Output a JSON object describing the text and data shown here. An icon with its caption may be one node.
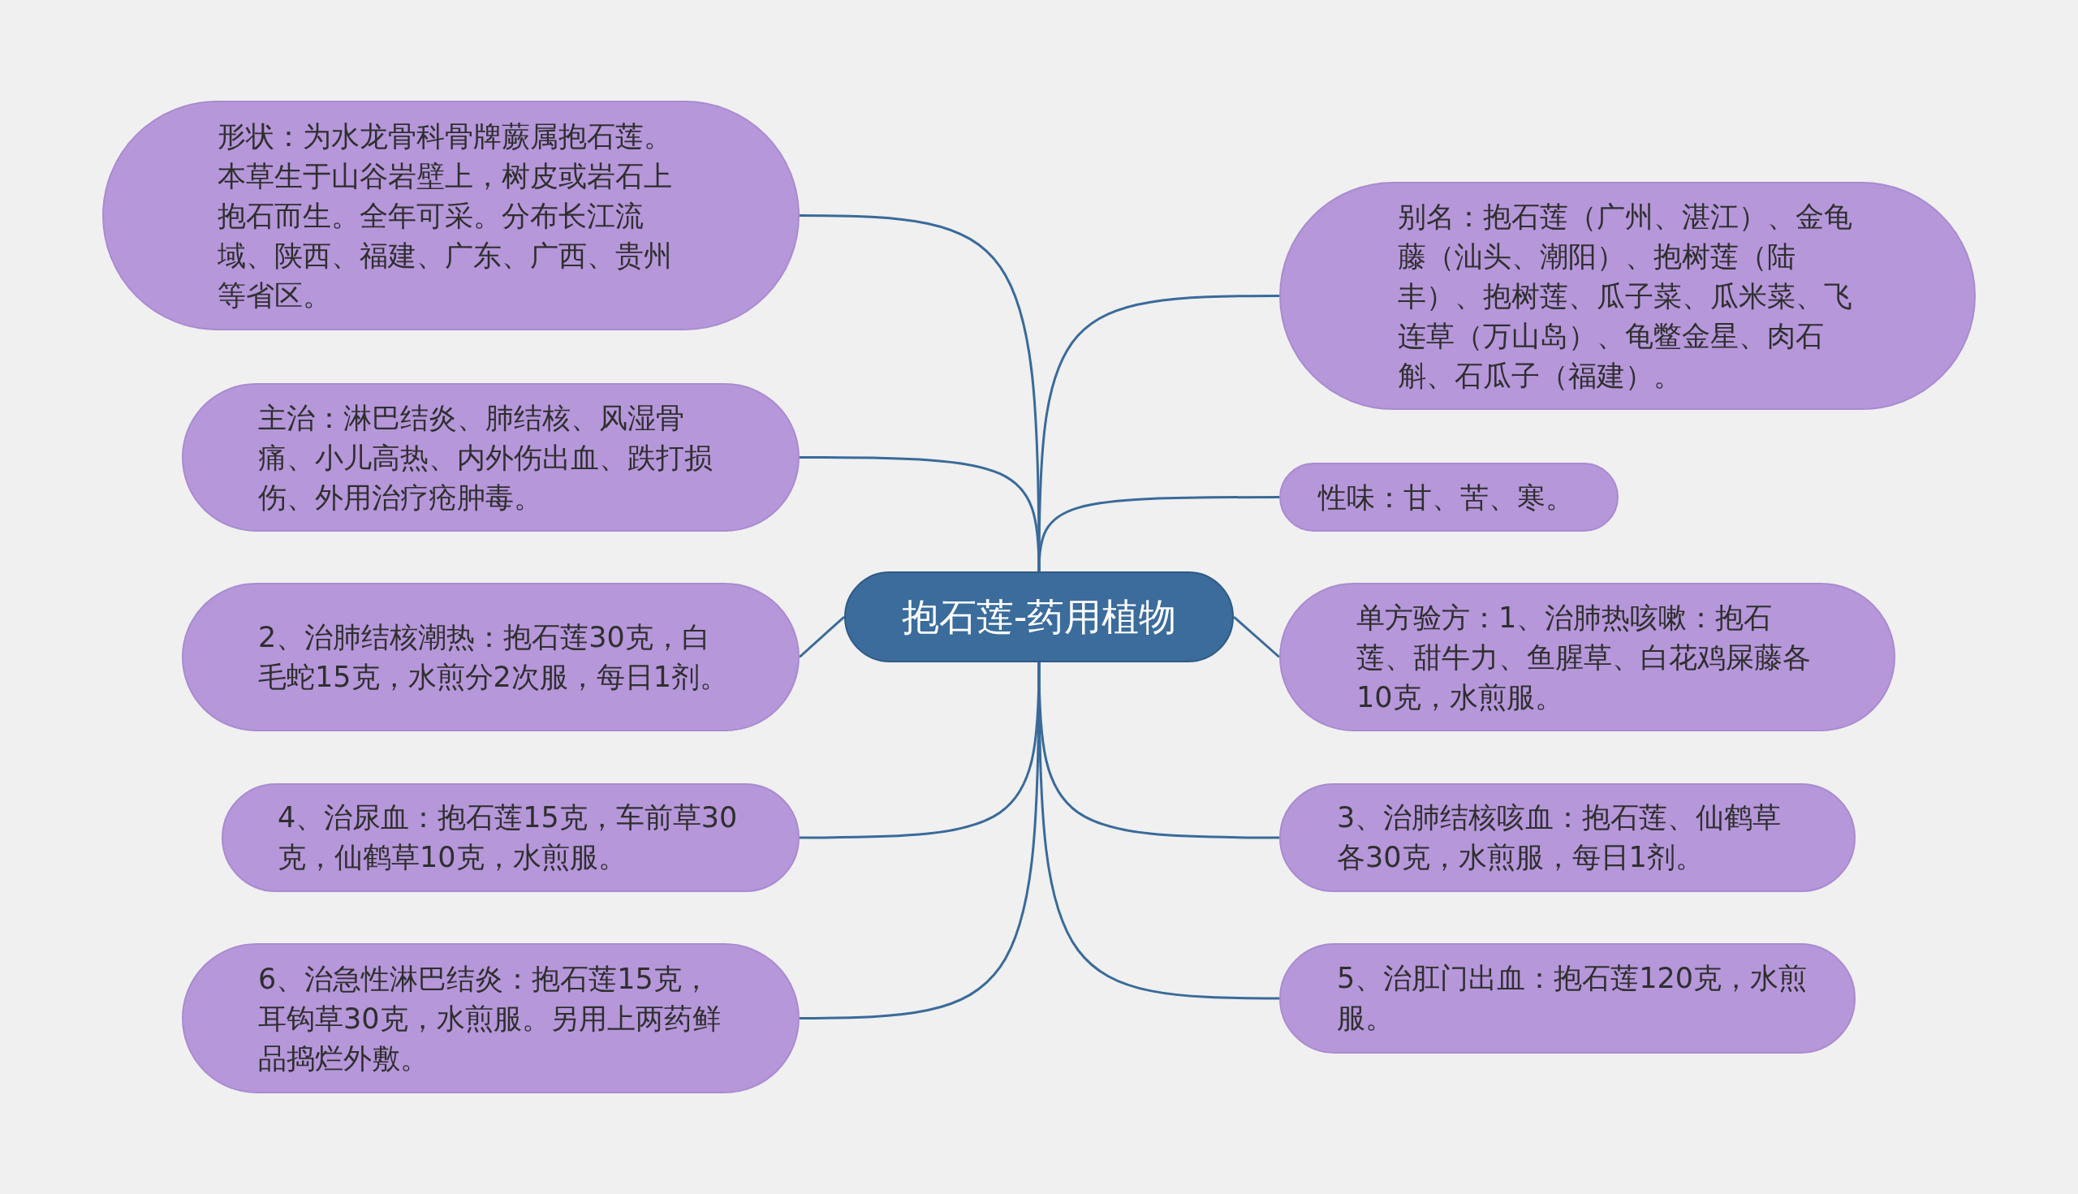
{
  "diagram": {
    "nodes": [
      {
        "text": [
          "抱石莲-药用植物"
        ]
      },
      {
        "text": [
          "形状：为水龙骨科骨牌蕨属抱石莲。本草生于山谷岩壁上，树皮或岩石上抱石而生。全年可采。分布长江流域、陕西、福建、广东、广西、贵州等省区。"
        ]
      },
      {
        "text": [
          "主治：淋巴结炎、肺结核、风湿骨痛、小儿高热、内外伤出血、跌打损伤、外用治疗疮肿毒。"
        ]
      },
      {
        "text": [
          "2、治肺结核潮热：抱石莲30克，白毛蛇15克，水煎分2次服，每日1剂。"
        ]
      },
      {
        "text": [
          "4、治尿血：抱石莲15克，车前草30克，仙鹤草10克，水煎服。"
        ]
      },
      {
        "text": [
          "6、治急性淋巴结炎：抱石莲15克，耳钩草30克，水煎服。另用上两药鲜品捣烂外敷。"
        ]
      },
      {
        "text": [
          "别名：抱石莲（广州、湛江）、金龟藤（汕头、潮阳）、抱树莲（陆丰）、抱树莲、瓜子菜、瓜米菜、飞连草（万山岛）、龟鳖金星、肉石斛、石瓜子（福建）。"
        ]
      },
      {
        "text": [
          "性味：甘、苦、寒。"
        ]
      },
      {
        "text": [
          "单方验方：1、治肺热咳嗽：抱石莲、甜牛力、鱼腥草、白花鸡屎藤各10克，水煎服。"
        ]
      },
      {
        "text": [
          "3、治肺结核咳血：抱石莲、仙鹤草各30克，水煎服，每日1剂。"
        ]
      },
      {
        "text": [
          "5、治肛门出血：抱石莲120克，水煎服。"
        ]
      }
    ],
    "edges": [
      {
        "from": 0,
        "to": 1,
        "arrow": "none"
      },
      {
        "from": 0,
        "to": 2,
        "arrow": "none"
      },
      {
        "from": 0,
        "to": 3,
        "arrow": "none"
      },
      {
        "from": 0,
        "to": 4,
        "arrow": "none"
      },
      {
        "from": 0,
        "to": 5,
        "arrow": "none"
      },
      {
        "from": 0,
        "to": 6,
        "arrow": "none"
      },
      {
        "from": 0,
        "to": 7,
        "arrow": "none"
      },
      {
        "from": 0,
        "to": 8,
        "arrow": "none"
      },
      {
        "from": 0,
        "to": 9,
        "arrow": "none"
      },
      {
        "from": 0,
        "to": 10,
        "arrow": "none"
      }
    ]
  }
}
